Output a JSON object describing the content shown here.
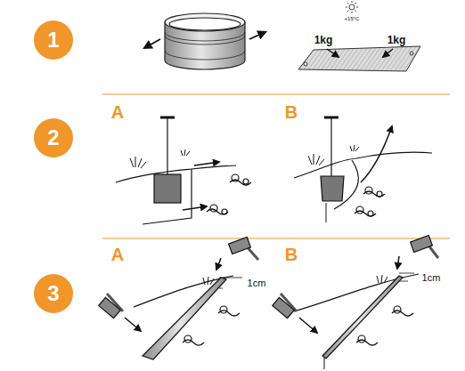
{
  "diagram": {
    "nodes": [
      {
        "text": [
          "1"
        ]
      },
      {
        "text": [
          "2"
        ]
      },
      {
        "text": [
          "3"
        ]
      }
    ],
    "labels": [
      "+15°C",
      "1kg",
      "1kg",
      "A",
      "B",
      "A",
      "B",
      "1cm",
      "1cm"
    ]
  }
}
